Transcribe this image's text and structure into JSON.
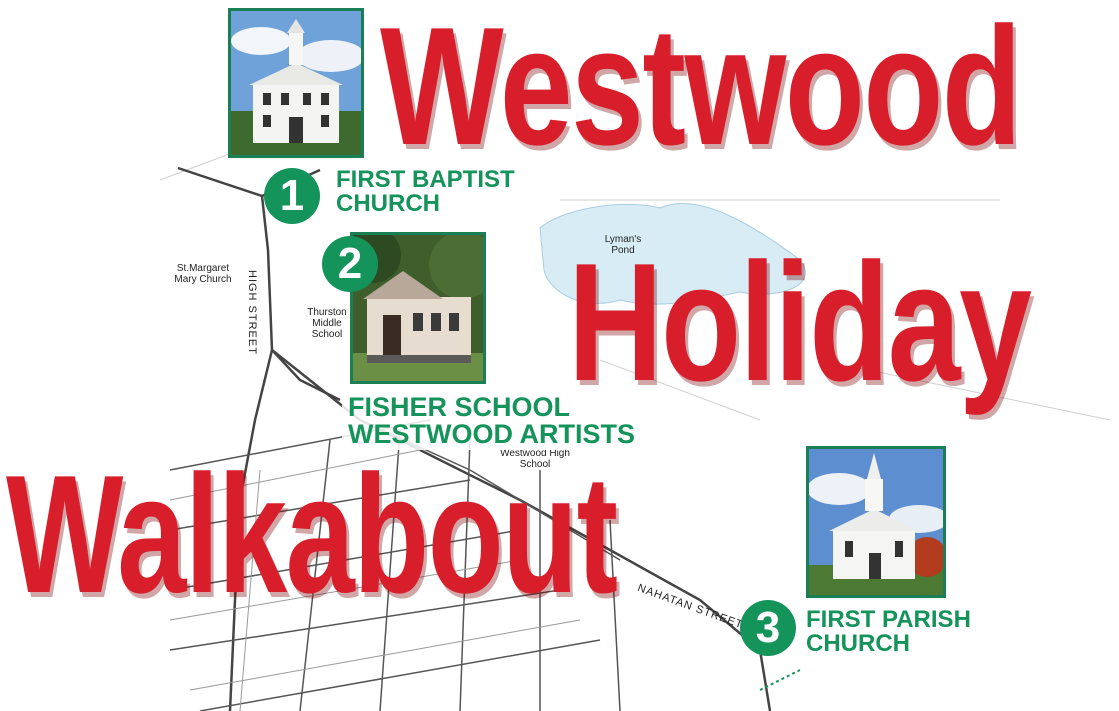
{
  "title": {
    "line1": "Westwood",
    "line2": "Holiday",
    "line3": "Walkabout"
  },
  "stops": [
    {
      "number": "1",
      "name_line1": "FIRST BAPTIST",
      "name_line2": "CHURCH"
    },
    {
      "number": "2",
      "name_line1": "FISHER SCHOOL",
      "name_line2": "WESTWOOD ARTISTS"
    },
    {
      "number": "3",
      "name_line1": "FIRST PARISH",
      "name_line2": "CHURCH"
    }
  ],
  "map_labels": {
    "st_margaret_mary": "St.Margaret Mary Church",
    "thurston": "Thurston Middle School",
    "lymans_pond": "Lyman's Pond",
    "westwood_high": "Westwood High School",
    "high_street": "HIGH STREET",
    "nahatan_street": "NAHATAN STREET"
  },
  "colors": {
    "title_red": "#d81e2b",
    "stop_green": "#14935a",
    "pond_blue": "#d8ecf6",
    "road_gray": "#444444"
  }
}
